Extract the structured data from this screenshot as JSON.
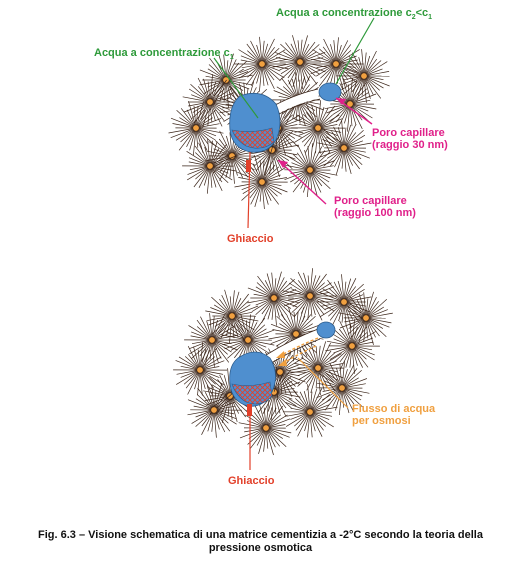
{
  "top_diagram": {
    "label_water_c": "Acqua a concentrazione c",
    "label_water_c_sub": "1",
    "label_water_c2_prefix": "Acqua a concentrazione c",
    "label_water_c2_sub2": "2",
    "label_water_c2_lt": "<c",
    "label_water_c2_sub1": "1",
    "pore_small_line1": "Poro capillare",
    "pore_small_line2": "(raggio 30 nm)",
    "pore_large_line1": "Poro capillare",
    "pore_large_line2": "(raggio 100 nm)",
    "ice_label": "Ghiaccio"
  },
  "bottom_diagram": {
    "flow_line1": "Flusso di acqua",
    "flow_line2": "per osmosi",
    "ice_label": "Ghiaccio"
  },
  "caption_line1": "Fig. 6.3 – Visione schematica di una matrice cementizia a -2°C secondo la teoria della",
  "caption_line2": "pressione osmotica",
  "colors": {
    "green": "#2e9a3a",
    "magenta": "#e0208a",
    "red": "#e2402a",
    "orange": "#f0a040",
    "water": "#4f8fcf",
    "fiber": "#3a2418"
  }
}
